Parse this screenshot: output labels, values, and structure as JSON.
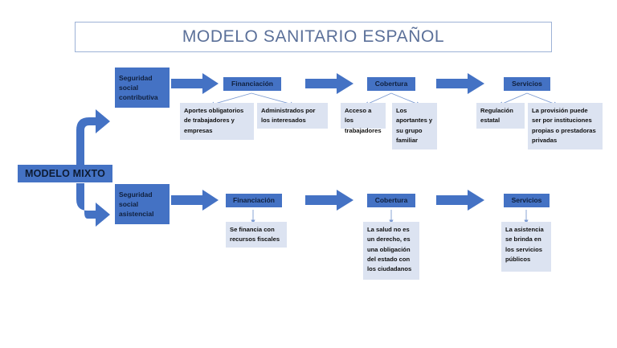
{
  "title": {
    "text": "MODELO SANITARIO ESPAÑOL"
  },
  "root": {
    "label": "MODELO MIXTO"
  },
  "branches": [
    {
      "id": "contributiva",
      "label": "Seguridad social contributiva",
      "stages": [
        {
          "id": "financiacion-sup",
          "label": "Financiación",
          "details": [
            "Aportes obligatorios de trabajadores y empresas",
            "Administrados por los interesados"
          ]
        },
        {
          "id": "cobertura-sup",
          "label": "Cobertura",
          "details": [
            "Acceso a los trabajadores",
            "Los aportantes y su grupo familiar"
          ]
        },
        {
          "id": "servicios-sup",
          "label": "Servicios",
          "details": [
            "Regulación estatal",
            "La provisión puede ser por instituciones propias o prestadoras privadas"
          ]
        }
      ]
    },
    {
      "id": "asistencial",
      "label": "Seguridad social asistencial",
      "stages": [
        {
          "id": "financiacion-inf",
          "label": "Financiación",
          "details": [
            "Se financia con recursos fiscales"
          ]
        },
        {
          "id": "cobertura-inf",
          "label": "Cobertura",
          "details": [
            "La salud no es un derecho, es una obligación del estado con los ciudadanos"
          ]
        },
        {
          "id": "servicios-inf",
          "label": "Servicios",
          "details": [
            "La asistencia se brinda en los servicios públicos"
          ]
        }
      ]
    }
  ],
  "colors": {
    "accent_blue": "#4472C4",
    "leaf_fill": "#DCE3F1",
    "title_text": "#5B7099",
    "title_border": "#9DB2D6",
    "connector": "#7C9BD2"
  },
  "icons": {
    "flow_arrow": "block-arrow-right",
    "elbow_up": "elbow-arrow-up-right",
    "elbow_down": "elbow-arrow-down-right",
    "connector": "connector-line-arrow"
  }
}
